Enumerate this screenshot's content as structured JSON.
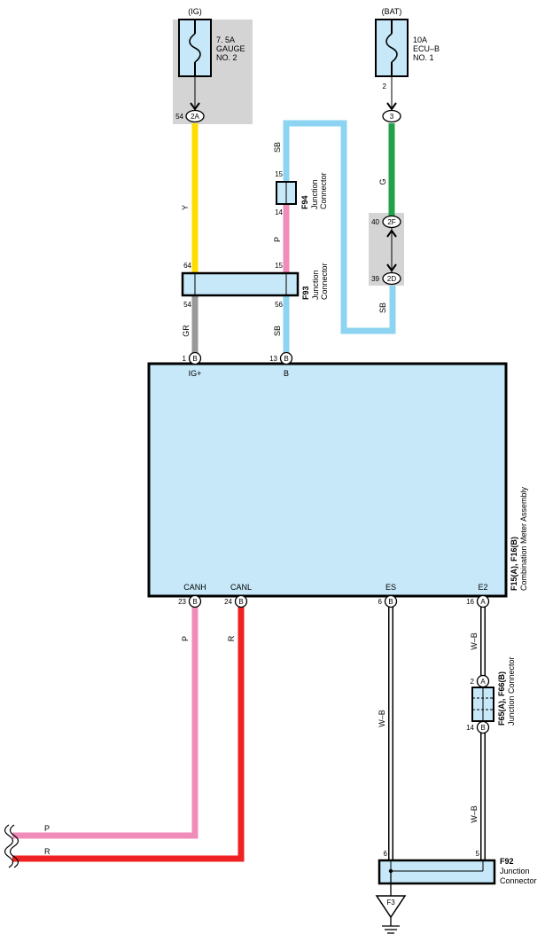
{
  "colors": {
    "Y": "#ffdd00",
    "SB": "#8cd4f2",
    "P": "#f08cb8",
    "G": "#22a04a",
    "GR": "#999999",
    "R": "#ee2222",
    "box": "#c6e8f8",
    "shade": "#d4d4d4"
  },
  "fuse_ig": {
    "supply": "(IG)",
    "line1": "7. 5A",
    "line2": "GAUGE",
    "line3": "NO. 2",
    "pin": "54",
    "conn": "2A"
  },
  "fuse_bat": {
    "supply": "(BAT)",
    "line1": "10A",
    "line2": "ECU–B",
    "line3": "NO. 1",
    "pin": "2",
    "conn": "3"
  },
  "wires": {
    "y": "Y",
    "sb_top": "SB",
    "p_mid": "P",
    "g": "G",
    "sb_right": "SB",
    "gr": "GR",
    "sb_b": "SB",
    "p_canh": "P",
    "r_canl": "R",
    "wb_es": "W–B",
    "wb_e2": "W–B",
    "wb_low": "W–B",
    "p_left": "P",
    "r_left": "R"
  },
  "f94": {
    "id": "F94",
    "name1": "Junction",
    "name2": "Connector",
    "pin_top": "15",
    "pin_bottom": "14"
  },
  "f93": {
    "id": "F93",
    "name1": "Junction",
    "name2": "Connector",
    "pin_tl": "64",
    "pin_tr": "15",
    "pin_bl": "54",
    "pin_br": "56"
  },
  "junction_2f": {
    "pin": "40",
    "conn": "2F"
  },
  "junction_2d": {
    "pin": "39",
    "conn": "2D"
  },
  "meter": {
    "id": "F15(A), F16(B)",
    "name": "Combination Meter Assembly",
    "top_pins": [
      {
        "num": "1",
        "conn": "B",
        "label": "IG+"
      },
      {
        "num": "13",
        "conn": "B",
        "label": "B"
      }
    ],
    "bottom_pins": [
      {
        "num": "23",
        "conn": "B",
        "label": "CANH"
      },
      {
        "num": "24",
        "conn": "B",
        "label": "CANL"
      },
      {
        "num": "6",
        "conn": "B",
        "label": "ES"
      },
      {
        "num": "16",
        "conn": "A",
        "label": "E2"
      }
    ]
  },
  "f65": {
    "id": "F65(A), F66(B)",
    "name": "Junction Connector",
    "pin_top": "2",
    "conn_top": "A",
    "pin_bottom": "14",
    "conn_bottom": "B"
  },
  "f92": {
    "id": "F92",
    "name1": "Junction",
    "name2": "Connector",
    "pin_left": "6",
    "pin_right": "5"
  },
  "ground": {
    "label": "F3"
  }
}
